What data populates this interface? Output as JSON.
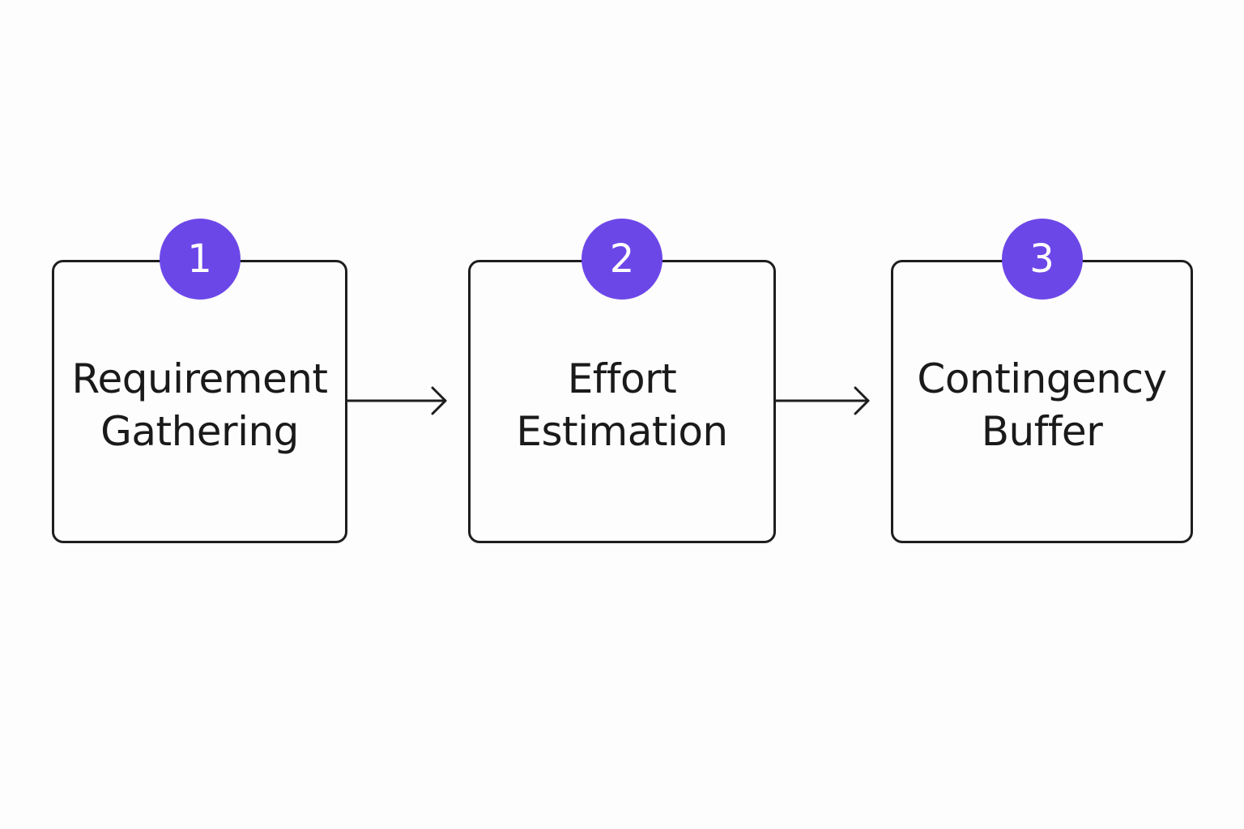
{
  "colors": {
    "accent": "#6c47e8",
    "stroke": "#1e1e1e",
    "background": "#fdfdfd"
  },
  "steps": [
    {
      "number": "1",
      "label_line1": "Requirement",
      "label_line2": "Gathering"
    },
    {
      "number": "2",
      "label_line1": "Effort",
      "label_line2": "Estimation"
    },
    {
      "number": "3",
      "label_line1": "Contingency",
      "label_line2": "Buffer"
    }
  ],
  "connectors": [
    {
      "from": "1",
      "to": "2",
      "icon": "arrow-right-icon"
    },
    {
      "from": "2",
      "to": "3",
      "icon": "arrow-right-icon"
    }
  ]
}
